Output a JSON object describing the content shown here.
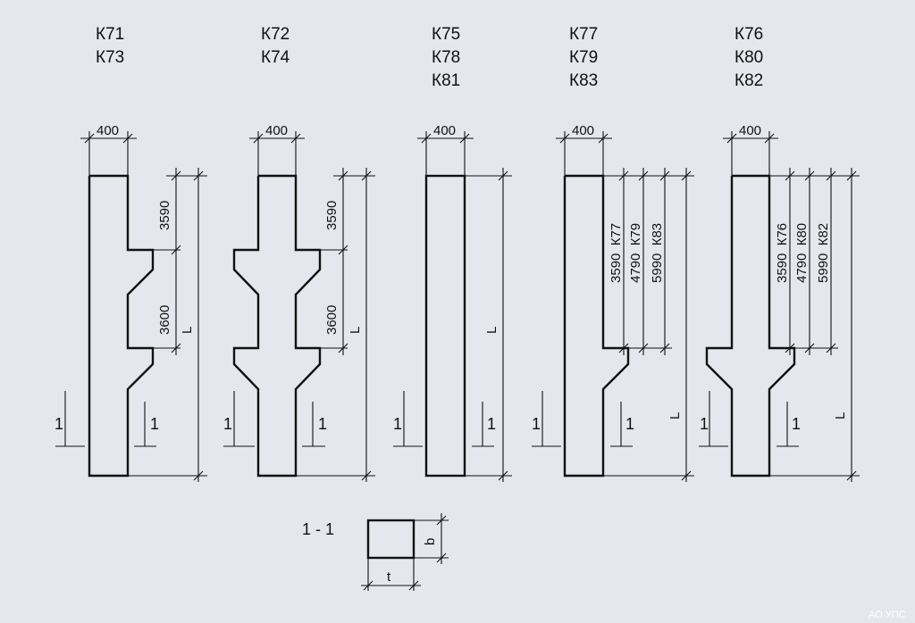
{
  "columns": [
    {
      "marks": [
        "К71",
        "К73"
      ],
      "width_dim": "400",
      "dims": [
        "3590",
        "3600"
      ],
      "length_label": "L",
      "section_mark": "1"
    },
    {
      "marks": [
        "К72",
        "К74"
      ],
      "width_dim": "400",
      "dims": [
        "3590",
        "3600"
      ],
      "length_label": "L",
      "section_mark": "1"
    },
    {
      "marks": [
        "К75",
        "К78",
        "К81"
      ],
      "width_dim": "400",
      "length_label": "L",
      "section_mark": "1"
    },
    {
      "marks": [
        "К77",
        "К79",
        "К83"
      ],
      "width_dim": "400",
      "dims": [
        "3590  К77",
        "4790  К79",
        "5990  К83"
      ],
      "length_label": "L",
      "section_mark": "1"
    },
    {
      "marks": [
        "К76",
        "К80",
        "К82"
      ],
      "width_dim": "400",
      "dims": [
        "3590  К76",
        "4790  К80",
        "5990  К82"
      ],
      "length_label": "L",
      "section_mark": "1"
    }
  ],
  "section": {
    "title": "1 - 1",
    "t_label": "t",
    "b_label": "b"
  },
  "watermark": "АО УПС"
}
